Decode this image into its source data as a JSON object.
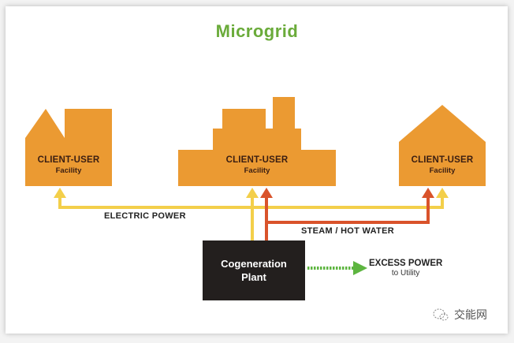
{
  "title": "Microgrid",
  "colors": {
    "title": "#6aab3a",
    "facility": "#eb9a32",
    "electric": "#f3cf4a",
    "steam": "#d9532b",
    "plant": "#231f1e",
    "excess_arrow": "#5db540"
  },
  "facilities": [
    {
      "label": "CLIENT-USER",
      "sublabel": "Facility"
    },
    {
      "label": "CLIENT-USER",
      "sublabel": "Facility"
    },
    {
      "label": "CLIENT-USER",
      "sublabel": "Facility"
    }
  ],
  "flows": {
    "electric": "ELECTRIC POWER",
    "steam": "STEAM / HOT WATER"
  },
  "plant": {
    "line1": "Cogeneration",
    "line2": "Plant"
  },
  "excess": {
    "label": "EXCESS POWER",
    "sublabel": "to Utility"
  },
  "watermark": "交能网"
}
